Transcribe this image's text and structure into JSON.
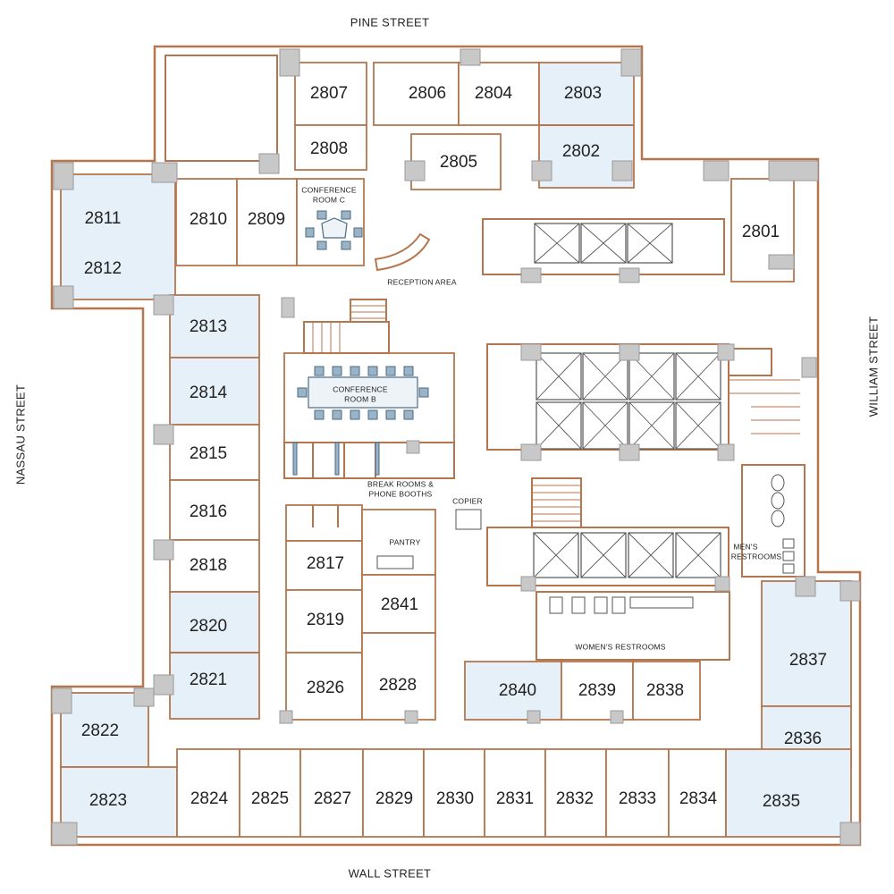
{
  "streets": {
    "north": "PINE STREET",
    "south": "WALL STREET",
    "west": "NASSAU STREET",
    "east": "WILLIAM STREET"
  },
  "areas": {
    "reception": "RECEPTION AREA",
    "conference_c": [
      "CONFERENCE",
      "ROOM C"
    ],
    "conference_b": [
      "CONFERENCE",
      "ROOM B"
    ],
    "break_rooms": [
      "BREAK ROOMS &",
      "PHONE BOOTHS"
    ],
    "copier": "COPIER",
    "pantry": "PANTRY",
    "mens": [
      "MEN'S",
      "RESTROOMS"
    ],
    "womens": "WOMEN'S RESTROOMS"
  },
  "rooms": [
    {
      "id": "2801",
      "label": "2801",
      "available": false
    },
    {
      "id": "2802",
      "label": "2802",
      "available": true
    },
    {
      "id": "2803",
      "label": "2803",
      "available": true
    },
    {
      "id": "2804",
      "label": "2804",
      "available": false
    },
    {
      "id": "2805",
      "label": "2805",
      "available": false
    },
    {
      "id": "2806",
      "label": "2806",
      "available": false
    },
    {
      "id": "2807",
      "label": "2807",
      "available": false
    },
    {
      "id": "2808",
      "label": "2808",
      "available": false
    },
    {
      "id": "2809",
      "label": "2809",
      "available": false
    },
    {
      "id": "2810",
      "label": "2810",
      "available": false
    },
    {
      "id": "2811",
      "label": "2811",
      "available": true
    },
    {
      "id": "2812",
      "label": "2812",
      "available": true
    },
    {
      "id": "2813",
      "label": "2813",
      "available": true
    },
    {
      "id": "2814",
      "label": "2814",
      "available": true
    },
    {
      "id": "2815",
      "label": "2815",
      "available": false
    },
    {
      "id": "2816",
      "label": "2816",
      "available": false
    },
    {
      "id": "2817",
      "label": "2817",
      "available": false
    },
    {
      "id": "2818",
      "label": "2818",
      "available": false
    },
    {
      "id": "2819",
      "label": "2819",
      "available": false
    },
    {
      "id": "2820",
      "label": "2820",
      "available": true
    },
    {
      "id": "2821",
      "label": "2821",
      "available": true
    },
    {
      "id": "2822",
      "label": "2822",
      "available": true
    },
    {
      "id": "2823",
      "label": "2823",
      "available": true
    },
    {
      "id": "2824",
      "label": "2824",
      "available": false
    },
    {
      "id": "2825",
      "label": "2825",
      "available": false
    },
    {
      "id": "2826",
      "label": "2826",
      "available": false
    },
    {
      "id": "2827",
      "label": "2827",
      "available": false
    },
    {
      "id": "2828",
      "label": "2828",
      "available": false
    },
    {
      "id": "2829",
      "label": "2829",
      "available": false
    },
    {
      "id": "2830",
      "label": "2830",
      "available": false
    },
    {
      "id": "2831",
      "label": "2831",
      "available": false
    },
    {
      "id": "2832",
      "label": "2832",
      "available": false
    },
    {
      "id": "2833",
      "label": "2833",
      "available": false
    },
    {
      "id": "2834",
      "label": "2834",
      "available": false
    },
    {
      "id": "2835",
      "label": "2835",
      "available": true
    },
    {
      "id": "2836",
      "label": "2836",
      "available": true
    },
    {
      "id": "2837",
      "label": "2837",
      "available": true
    },
    {
      "id": "2838",
      "label": "2838",
      "available": false
    },
    {
      "id": "2839",
      "label": "2839",
      "available": false
    },
    {
      "id": "2840",
      "label": "2840",
      "available": true
    },
    {
      "id": "2841",
      "label": "2841",
      "available": false
    }
  ],
  "colors": {
    "wall": "#b5764e",
    "available_fill": "#e6f0f8",
    "pillar": "#c8c8c8"
  }
}
